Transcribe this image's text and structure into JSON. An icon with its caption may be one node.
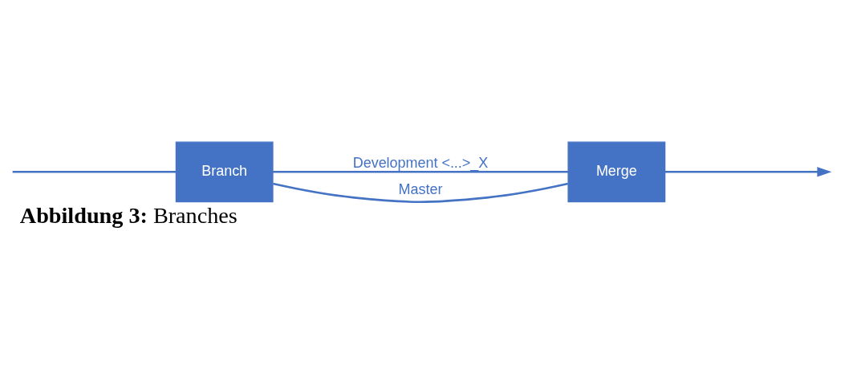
{
  "diagram": {
    "caption": "**Abbildung 3:** Branches",
    "nodes": [
      {
        "text": [
          "Branch"
        ]
      },
      {
        "text": [
          "Merge"
        ]
      }
    ],
    "edges": [
      {
        "from": null,
        "to": 0,
        "arrow": "none"
      },
      {
        "from": 0,
        "to": 1,
        "arrow": "none",
        "label": "Development <...>_X"
      },
      {
        "from": 0,
        "to": 1,
        "arrow": "none",
        "label": "Master"
      },
      {
        "from": 1,
        "to": null,
        "arrow": "to"
      }
    ]
  }
}
